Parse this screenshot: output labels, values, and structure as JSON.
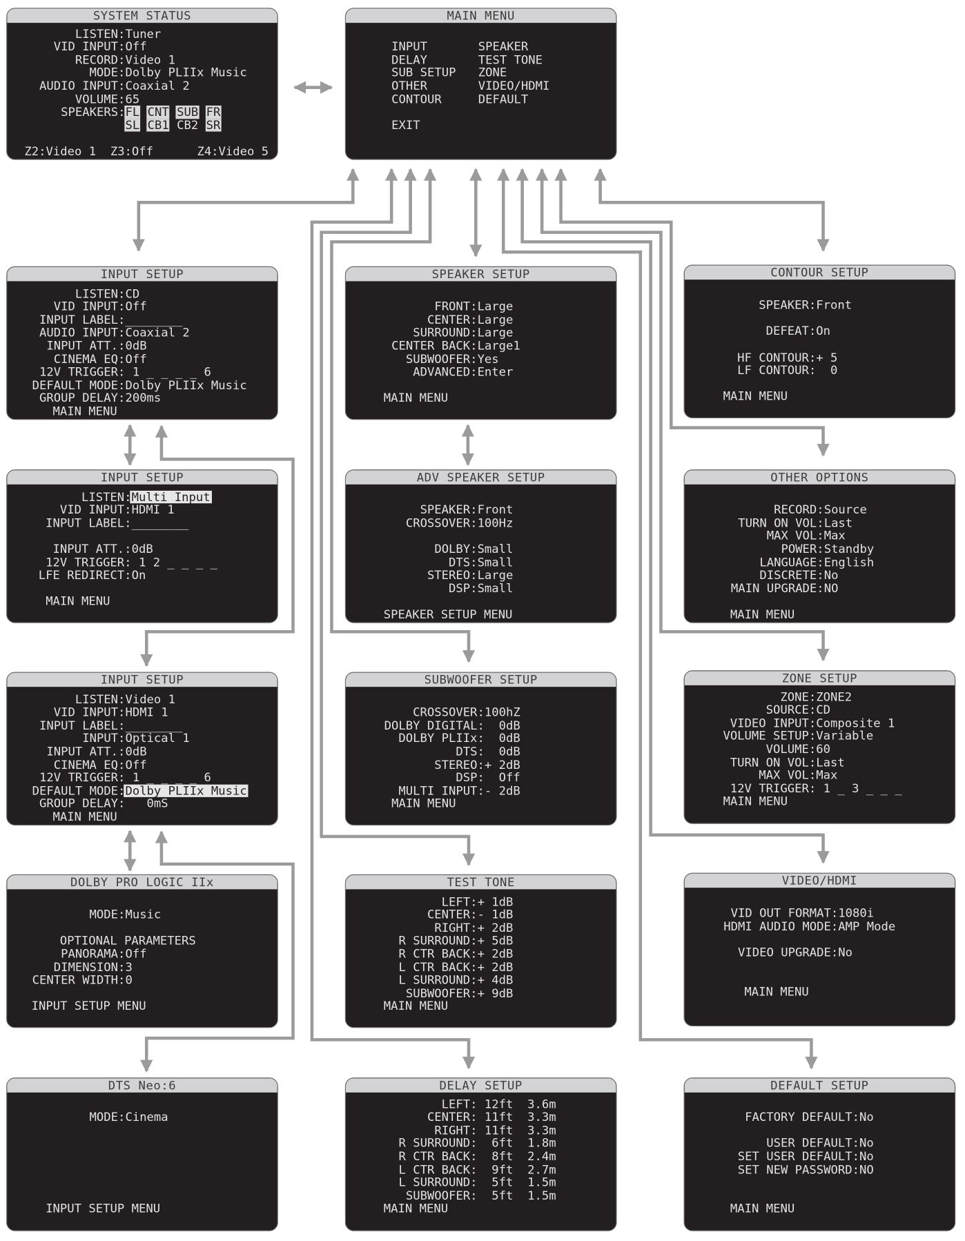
{
  "colors": {
    "panel_bg": "#231f20",
    "header_bg": "#d3d3d5",
    "text": "#e2e2e2",
    "connector": "#9b9b9b"
  },
  "panels": [
    {
      "id": "system-status",
      "title": "SYSTEM STATUS",
      "lines": [
        {
          "l": "LISTEN",
          "v": "Tuner"
        },
        {
          "l": "VID INPUT",
          "v": "Off"
        },
        {
          "l": "RECORD",
          "v": "Video 1"
        },
        {
          "l": "MODE",
          "v": "Dolby PLIIx Music"
        },
        {
          "l": "AUDIO INPUT",
          "v": "Coaxial 2"
        },
        {
          "l": "VOLUME",
          "v": "65"
        }
      ],
      "speakers_label": "SPEAKERS",
      "speakers": [
        [
          {
            "n": "FL",
            "on": true
          },
          {
            "n": "CNT",
            "on": true
          },
          {
            "n": "SUB",
            "on": true
          },
          {
            "n": "FR",
            "on": true
          }
        ],
        [
          {
            "n": "SL",
            "on": true
          },
          {
            "n": "CB1",
            "on": true
          },
          {
            "n": "CB2",
            "on": false
          },
          {
            "n": "SR",
            "on": true
          }
        ]
      ],
      "footer_left": "Z2:Video 1  Z3:Off",
      "footer_right": "Z4:Video 5"
    },
    {
      "id": "main-menu",
      "title": "MAIN MENU",
      "menu": [
        [
          "INPUT",
          "SPEAKER"
        ],
        [
          "DELAY",
          "TEST TONE"
        ],
        [
          "SUB SETUP",
          "ZONE"
        ],
        [
          "OTHER",
          "VIDEO/HDMI"
        ],
        [
          "CONTOUR",
          "DEFAULT"
        ]
      ],
      "exit": "EXIT"
    },
    {
      "id": "input-setup-cd",
      "title": "INPUT SETUP",
      "lines": [
        {
          "l": "LISTEN",
          "v": "CD"
        },
        {
          "l": "VID INPUT",
          "v": "Off"
        },
        {
          "l": "INPUT LABEL",
          "v": "________"
        },
        {
          "l": "AUDIO INPUT",
          "v": "Coaxial 2"
        },
        {
          "l": "INPUT ATT.",
          "v": "0dB"
        },
        {
          "l": "CINEMA EQ",
          "v": "Off"
        },
        {
          "l": "12V TRIGGER",
          "v": " 1 _ _ _ _ 6"
        },
        {
          "l": "DEFAULT MODE",
          "v": "Dolby PLIIx Music"
        },
        {
          "l": "GROUP DELAY",
          "v": "200ms"
        },
        {
          "t": "MAIN MENU"
        }
      ]
    },
    {
      "id": "speaker-setup",
      "title": "SPEAKER SETUP",
      "lines": [
        null,
        {
          "l": "FRONT",
          "v": "Large"
        },
        {
          "l": "CENTER",
          "v": "Large"
        },
        {
          "l": "SURROUND",
          "v": "Large"
        },
        {
          "l": "CENTER BACK",
          "v": "Large1"
        },
        {
          "l": "SUBWOOFER",
          "v": "Yes"
        },
        {
          "l": "ADVANCED",
          "v": "Enter"
        },
        null,
        {
          "t": "MAIN MENU"
        }
      ]
    },
    {
      "id": "contour-setup",
      "title": "CONTOUR SETUP",
      "lines": [
        null,
        {
          "l": "SPEAKER",
          "v": "Front"
        },
        null,
        {
          "l": "DEFEAT",
          "v": "On"
        },
        null,
        {
          "l": "HF CONTOUR",
          "v": "+ 5"
        },
        {
          "l": "LF CONTOUR",
          "v": "  0"
        },
        null,
        {
          "t": "MAIN MENU"
        }
      ]
    },
    {
      "id": "input-setup-multi",
      "title": "INPUT SETUP",
      "lines": [
        {
          "l": "LISTEN",
          "v": "Multi Input",
          "hl": true
        },
        {
          "l": "VID INPUT",
          "v": "HDMI 1"
        },
        {
          "l": "INPUT LABEL",
          "v": "________"
        },
        null,
        {
          "l": "INPUT ATT.",
          "v": "0dB"
        },
        {
          "l": "12V TRIGGER",
          "v": " 1 2 _ _ _ _"
        },
        {
          "l": "LFE REDIRECT",
          "v": "On"
        },
        null,
        {
          "t": "MAIN MENU"
        }
      ]
    },
    {
      "id": "adv-speaker-setup",
      "title": "ADV SPEAKER SETUP",
      "lines": [
        null,
        {
          "l": "SPEAKER",
          "v": "Front"
        },
        {
          "l": "CROSSOVER",
          "v": "100Hz"
        },
        null,
        {
          "l": "DOLBY",
          "v": "Small"
        },
        {
          "l": "DTS",
          "v": "Small"
        },
        {
          "l": "STEREO",
          "v": "Large"
        },
        {
          "l": "DSP",
          "v": "Small"
        },
        null,
        {
          "t": "SPEAKER SETUP MENU"
        }
      ]
    },
    {
      "id": "other-options",
      "title": "OTHER OPTIONS",
      "lines": [
        null,
        {
          "l": "RECORD",
          "v": "Source"
        },
        {
          "l": "TURN ON VOL",
          "v": "Last"
        },
        {
          "l": "MAX VOL",
          "v": "Max"
        },
        {
          "l": "POWER",
          "v": "Standby"
        },
        {
          "l": "LANGUAGE",
          "v": "English"
        },
        {
          "l": "DISCRETE",
          "v": "No"
        },
        {
          "l": "MAIN UPGRADE",
          "v": "NO"
        },
        null,
        {
          "t": "MAIN MENU"
        }
      ]
    },
    {
      "id": "input-setup-video1",
      "title": "INPUT SETUP",
      "lines": [
        {
          "l": "LISTEN",
          "v": "Video 1"
        },
        {
          "l": "VID INPUT",
          "v": "HDMI 1"
        },
        {
          "l": "INPUT LABEL",
          "v": "________"
        },
        {
          "l": "INPUT",
          "v": "Optical 1"
        },
        {
          "l": "INPUT ATT.",
          "v": "0dB"
        },
        {
          "l": "CINEMA EQ",
          "v": "Off"
        },
        {
          "l": "12V TRIGGER",
          "v": " 1 _ _ _ _ 6"
        },
        {
          "l": "DEFAULT MODE",
          "v": "Dolby PLIIx Music",
          "hl": true
        },
        {
          "l": "GROUP DELAY",
          "v": "   0mS"
        },
        {
          "t": "MAIN MENU"
        }
      ]
    },
    {
      "id": "subwoofer-setup",
      "title": "SUBWOOFER SETUP",
      "lines": [
        null,
        {
          "l": "CROSSOVER",
          "v": "100hZ"
        },
        {
          "l": "DOLBY DIGITAL",
          "v": "  0dB"
        },
        {
          "l": "DOLBY PLIIx",
          "v": "  0dB"
        },
        {
          "l": "DTS",
          "v": "  0dB"
        },
        {
          "l": "STEREO",
          "v": "+ 2dB"
        },
        {
          "l": "DSP",
          "v": "  Off"
        },
        {
          "l": "MULTI INPUT",
          "v": "- 2dB"
        },
        {
          "t": "MAIN MENU"
        }
      ]
    },
    {
      "id": "zone-setup",
      "title": "ZONE SETUP",
      "lines": [
        {
          "l": "ZONE",
          "v": "ZONE2"
        },
        {
          "l": "SOURCE",
          "v": "CD"
        },
        {
          "l": "VIDEO INPUT",
          "v": "Composite 1"
        },
        {
          "l": "VOLUME SETUP",
          "v": "Variable"
        },
        {
          "l": "VOLUME",
          "v": "60"
        },
        {
          "l": "TURN ON VOL",
          "v": "Last"
        },
        {
          "l": "MAX VOL",
          "v": "Max"
        },
        {
          "l": "12V TRIGGER",
          "v": " 1 _ 3 _ _ _"
        },
        {
          "t": "MAIN MENU"
        }
      ]
    },
    {
      "id": "dolby-pro-logic",
      "title": "DOLBY PRO LOGIC IIx",
      "lines": [
        null,
        {
          "l": "MODE",
          "v": "Music"
        },
        null,
        {
          "t": "OPTIONAL PARAMETERS"
        },
        {
          "l": "PANORAMA",
          "v": "Off"
        },
        {
          "l": "DIMENSION",
          "v": "3"
        },
        {
          "l": "CENTER WIDTH",
          "v": "0"
        },
        null,
        {
          "t": "INPUT SETUP MENU"
        }
      ]
    },
    {
      "id": "test-tone",
      "title": "TEST TONE",
      "lines": [
        {
          "l": "LEFT",
          "v": "+ 1dB"
        },
        {
          "l": "CENTER",
          "v": "- 1dB"
        },
        {
          "l": "RIGHT",
          "v": "+ 2dB"
        },
        {
          "l": "R SURROUND",
          "v": "+ 5dB"
        },
        {
          "l": "R CTR BACK",
          "v": "+ 2dB"
        },
        {
          "l": "L CTR BACK",
          "v": "+ 2dB"
        },
        {
          "l": "L SURROUND",
          "v": "+ 4dB"
        },
        {
          "l": "SUBWOOFER",
          "v": "+ 9dB"
        },
        {
          "t": "MAIN MENU"
        }
      ]
    },
    {
      "id": "video-hdmi",
      "title": "VIDEO/HDMI",
      "lines": [
        null,
        {
          "l": "VID OUT FORMAT",
          "v": "1080i"
        },
        {
          "l": "HDMI AUDIO MODE",
          "v": "AMP Mode"
        },
        null,
        {
          "l": "VIDEO UPGRADE",
          "v": "No"
        },
        null,
        null,
        {
          "t": "MAIN MENU"
        }
      ]
    },
    {
      "id": "dts-neo6",
      "title": "DTS Neo:6",
      "lines": [
        null,
        {
          "l": "MODE",
          "v": "Cinema"
        },
        null,
        null,
        null,
        null,
        null,
        null,
        {
          "t": "INPUT SETUP MENU"
        }
      ]
    },
    {
      "id": "delay-setup",
      "title": "DELAY SETUP",
      "lines": [
        {
          "l": "LEFT",
          "v": " 12ft  3.6m"
        },
        {
          "l": "CENTER",
          "v": " 11ft  3.3m"
        },
        {
          "l": "RIGHT",
          "v": " 11ft  3.3m"
        },
        {
          "l": "R SURROUND",
          "v": "  6ft  1.8m"
        },
        {
          "l": "R CTR BACK",
          "v": "  8ft  2.4m"
        },
        {
          "l": "L CTR BACK",
          "v": "  9ft  2.7m"
        },
        {
          "l": "L SURROUND",
          "v": "  5ft  1.5m"
        },
        {
          "l": "SUBWOOFER",
          "v": "  5ft  1.5m"
        },
        {
          "t": "MAIN MENU"
        }
      ]
    },
    {
      "id": "default-setup",
      "title": "DEFAULT SETUP",
      "lines": [
        null,
        {
          "l": "FACTORY DEFAULT",
          "v": "No"
        },
        null,
        {
          "l": "USER DEFAULT",
          "v": "No"
        },
        {
          "l": "SET USER DEFAULT",
          "v": "No"
        },
        {
          "l": "SET NEW PASSWORD",
          "v": "NO"
        },
        null,
        null,
        {
          "t": "MAIN MENU"
        }
      ]
    }
  ]
}
